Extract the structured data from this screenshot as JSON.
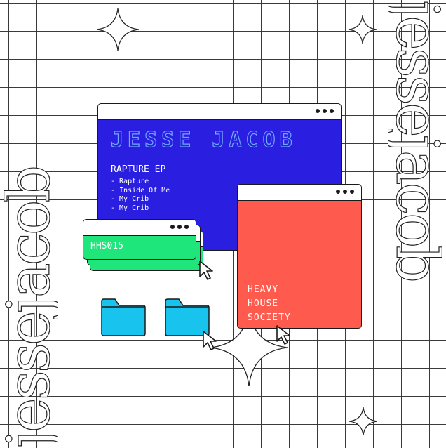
{
  "side_text": "jessejacob",
  "artist": "JESSE JACOB",
  "release": {
    "title": "RAPTURE EP",
    "tracks": [
      "- Rapture",
      "- Inside Of Me",
      "- My Crib",
      "- My Crib"
    ]
  },
  "catalog": "HHS015",
  "label": {
    "line1": "HEAVY",
    "line2": "HOUSE",
    "line3": "SOCIETY"
  },
  "colors": {
    "blue": "#2a1fe0",
    "red": "#ff5a4e",
    "green": "#1ee67a",
    "folder": "#18c4ee"
  },
  "icons": [
    "sparkle-icon",
    "window-dots-icon",
    "folder-icon",
    "cursor-icon"
  ]
}
